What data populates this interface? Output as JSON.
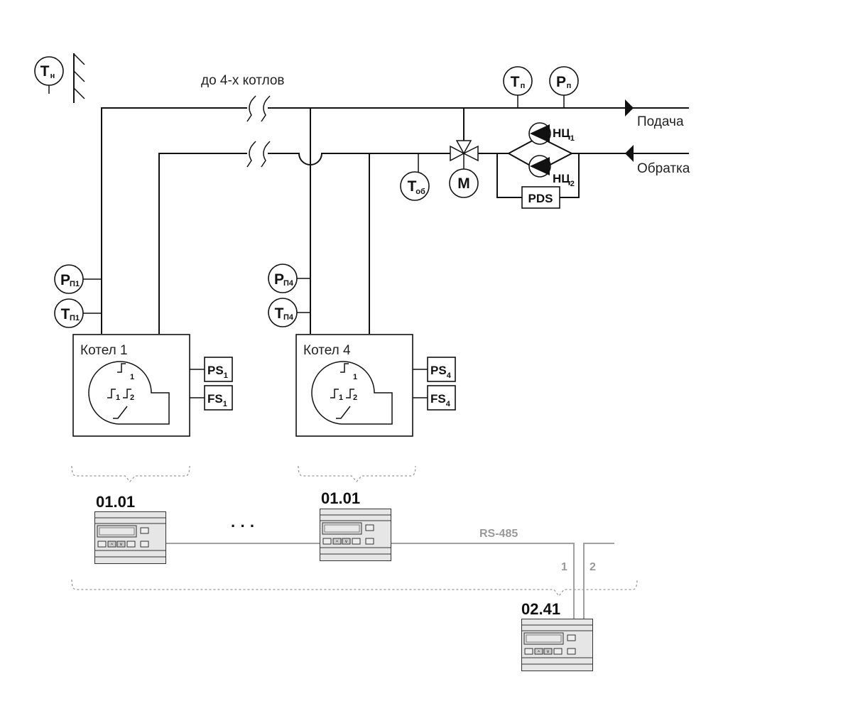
{
  "labels": {
    "up_to_boilers": "до 4-х котлов",
    "supply": "Подача",
    "return": "Обратка",
    "boiler1": "Котел 1",
    "boiler4": "Котел 4",
    "ellipsis": "· · ·",
    "rs485": "RS-485",
    "wire1": "1",
    "wire2": "2"
  },
  "instruments": {
    "t_outdoor": {
      "main": "T",
      "sub": "н"
    },
    "t_supply": {
      "main": "T",
      "sub": "п"
    },
    "p_supply": {
      "main": "P",
      "sub": "п"
    },
    "t_return": {
      "main": "T",
      "sub": "об"
    },
    "motor": {
      "main": "M"
    },
    "p_boiler1": {
      "main": "P",
      "sub": "П1"
    },
    "t_boiler1": {
      "main": "T",
      "sub": "П1"
    },
    "p_boiler4": {
      "main": "P",
      "sub": "П4"
    },
    "t_boiler4": {
      "main": "T",
      "sub": "П4"
    }
  },
  "pumps": [
    {
      "main": "НЦ",
      "sub": "1"
    },
    {
      "main": "НЦ",
      "sub": "2"
    }
  ],
  "pds": "PDS",
  "sensors": {
    "ps1": {
      "main": "PS",
      "sub": "1"
    },
    "fs1": {
      "main": "FS",
      "sub": "1"
    },
    "ps4": {
      "main": "PS",
      "sub": "4"
    },
    "fs4": {
      "main": "FS",
      "sub": "4"
    }
  },
  "burner_steps": [
    "1",
    "1",
    "2"
  ],
  "devices": [
    {
      "model": "01.01"
    },
    {
      "model": "01.01"
    },
    {
      "model": "02.41"
    }
  ]
}
